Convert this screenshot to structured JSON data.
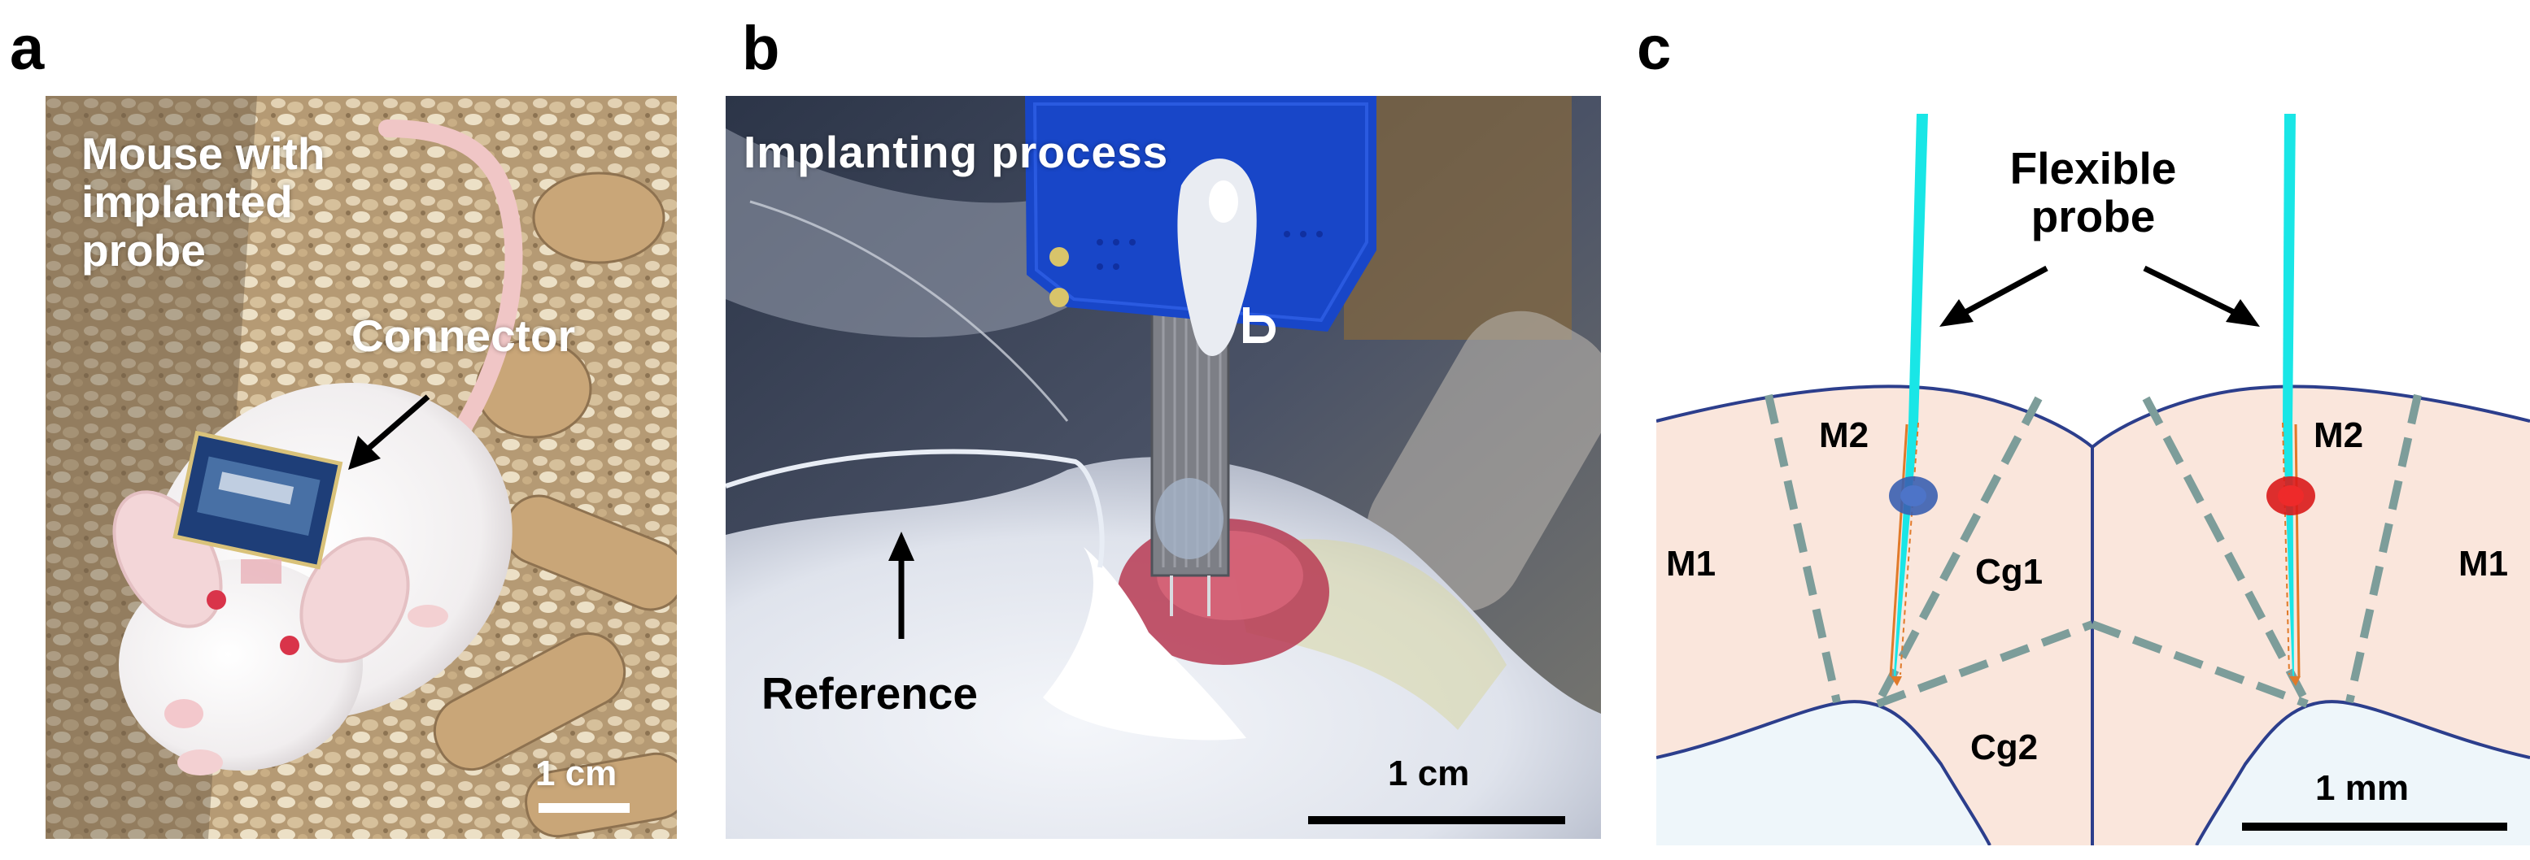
{
  "panels": {
    "a": {
      "letter": "a",
      "title": "Mouse with\nimplanted\nprobe",
      "connector_label": "Connector",
      "scale_label": "1 cm"
    },
    "b": {
      "letter": "b",
      "title": "Implanting process",
      "reference_label": "Reference",
      "scale_label": "1 cm"
    },
    "c": {
      "letter": "c",
      "probe_label": "Flexible\nprobe",
      "regions": {
        "m2_left": "M2",
        "m2_right": "M2",
        "m1_left": "M1",
        "m1_right": "M1",
        "cg1": "Cg1",
        "cg2": "Cg2"
      },
      "scale_label": "1 mm"
    }
  },
  "colors": {
    "probe": "#19e6e6",
    "probe_electrode": "#e07a2a",
    "cortex": "#fae6dc",
    "lower_region": "#eef6fa",
    "outline": "#2c3e8c",
    "boundary": "#7d9d9a",
    "left_site": "#3a5fb0",
    "right_site": "#d91a1a",
    "pcb_blue": "#1846c8"
  }
}
